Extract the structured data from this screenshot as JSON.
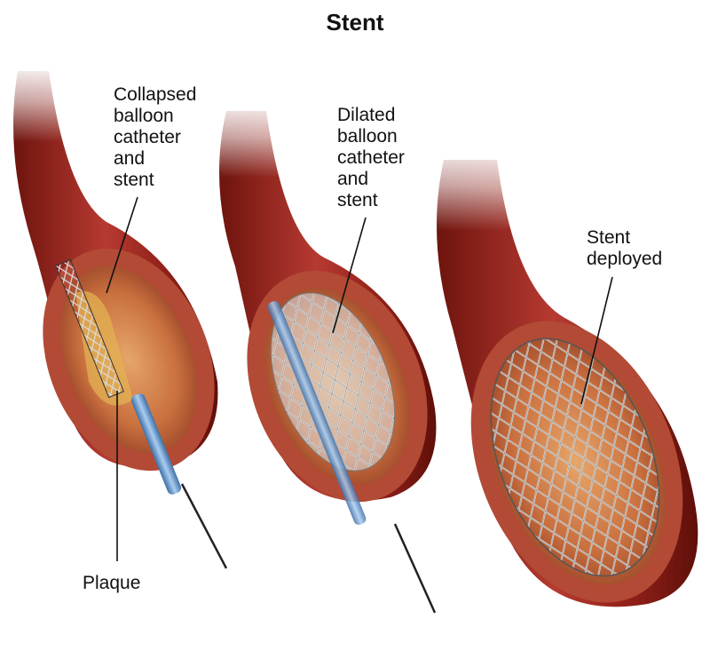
{
  "title": "Stent",
  "labels": {
    "collapsed": "Collapsed\nballoon\ncatheter\nand\nstent",
    "dilated": "Dilated\nballoon\ncatheter\nand\nstent",
    "deployed": "Stent\ndeployed",
    "plaque": "Plaque"
  },
  "colors": {
    "vessel_dark": "#7a1710",
    "vessel_mid": "#a9302a",
    "vessel_light": "#e7b9b1",
    "wall": "#b24a35",
    "plaque": "#d9a23f",
    "catheter": "#6d9fd1",
    "stent": "#c8c8c8"
  }
}
